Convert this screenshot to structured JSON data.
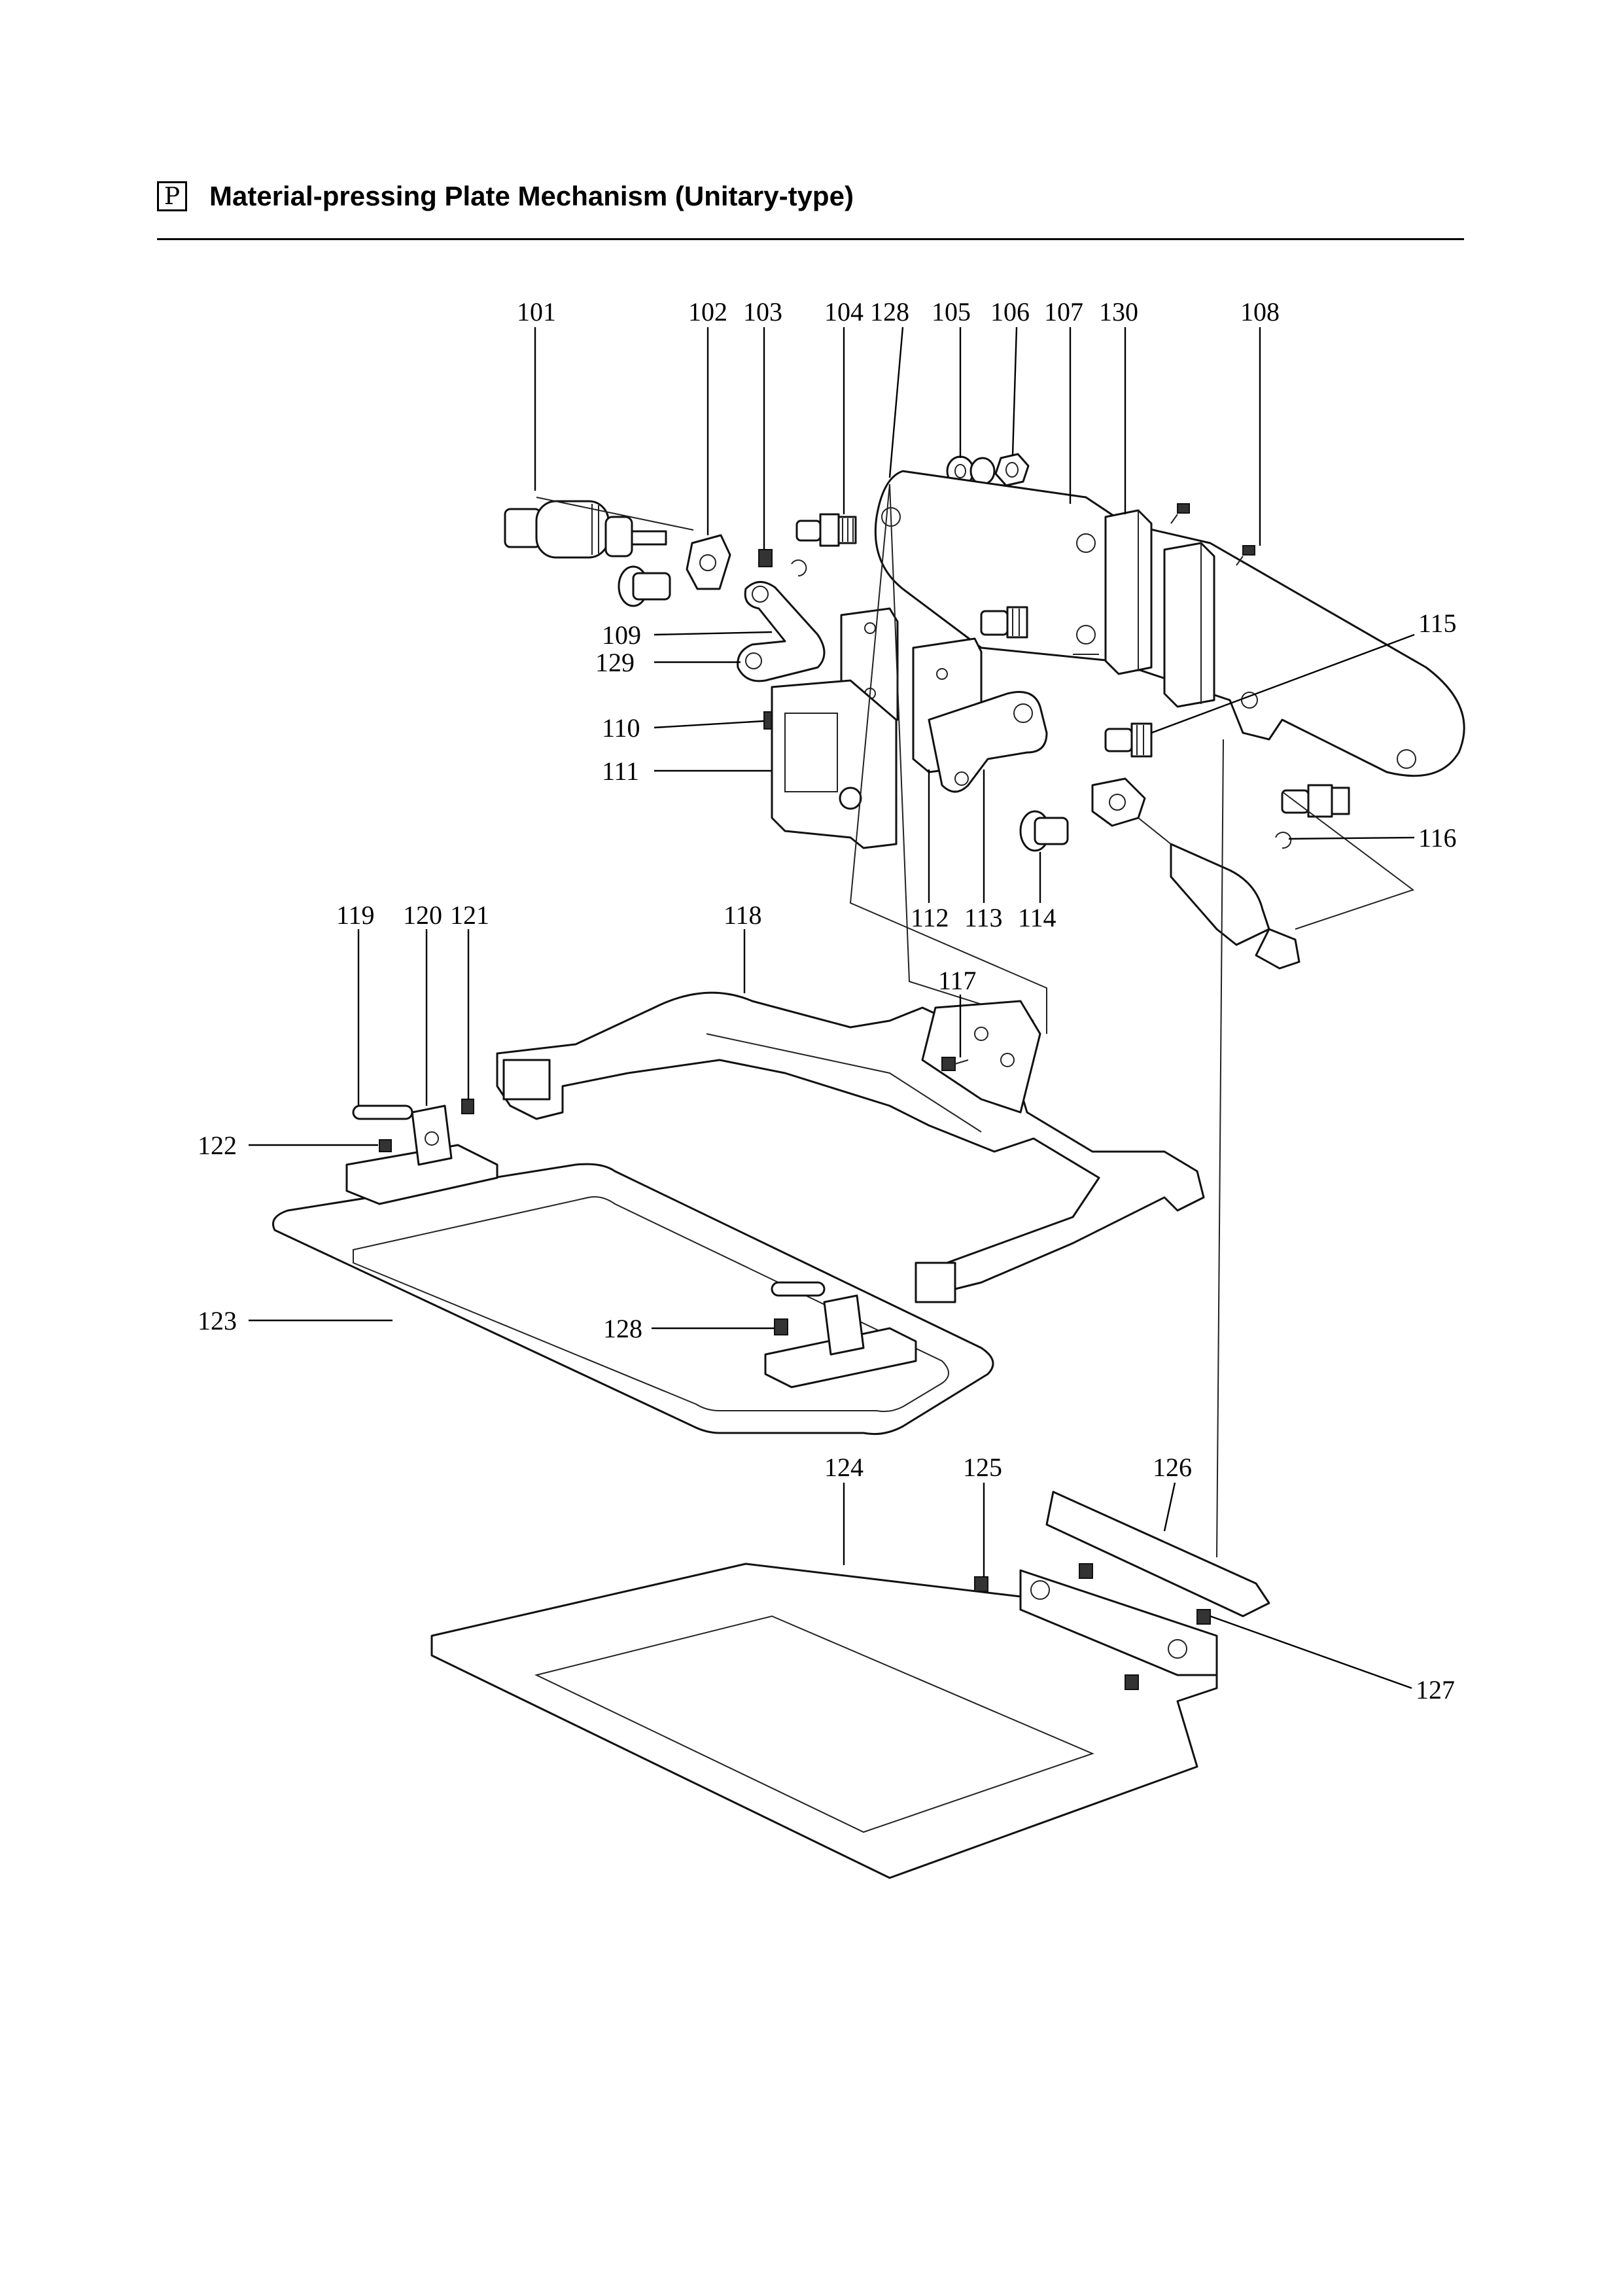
{
  "header": {
    "section_letter": "P",
    "title": "Material-pressing Plate Mechanism (Unitary-type)"
  },
  "callouts": {
    "c101": "101",
    "c102": "102",
    "c103": "103",
    "c104": "104",
    "c128a": "128",
    "c105": "105",
    "c106": "106",
    "c107": "107",
    "c130": "130",
    "c108": "108",
    "c115": "115",
    "c109": "109",
    "c129": "129",
    "c110": "110",
    "c111": "111",
    "c116": "116",
    "c112": "112",
    "c113": "113",
    "c114": "114",
    "c119": "119",
    "c120": "120",
    "c121": "121",
    "c118": "118",
    "c117": "117",
    "c122": "122",
    "c123": "123",
    "c128b": "128",
    "c124": "124",
    "c125": "125",
    "c126": "126",
    "c127": "127"
  }
}
